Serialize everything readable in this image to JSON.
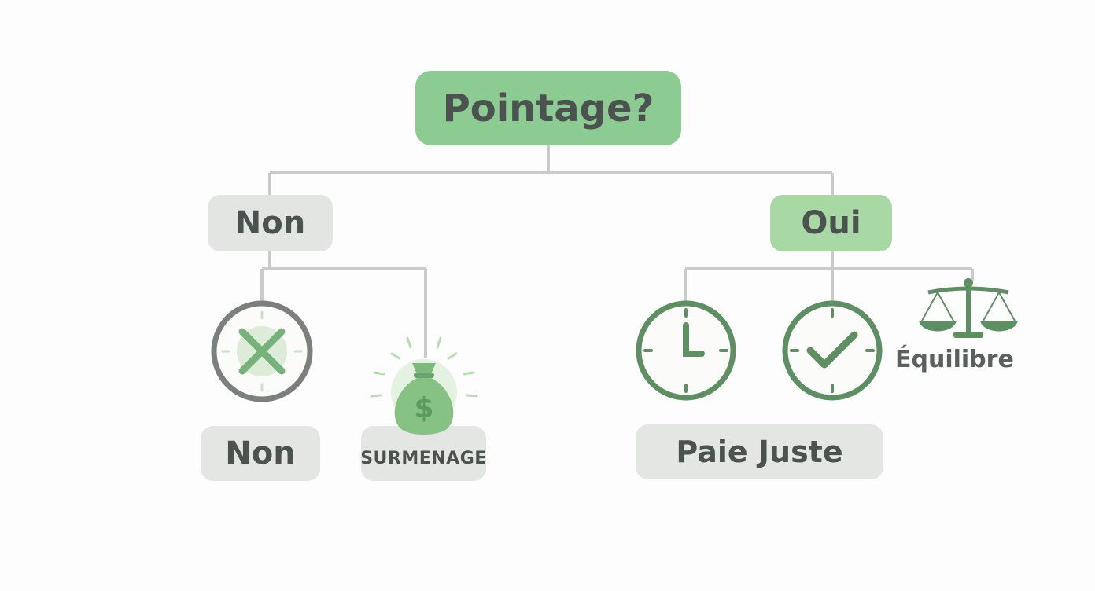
{
  "diagram": {
    "root": "Pointage?",
    "branch_no": "Non",
    "branch_yes": "Oui",
    "no_outcomes": {
      "first": "Non",
      "second": "Surmenage"
    },
    "yes_outcomes": {
      "pay": "Paie Juste",
      "balance": "Équilibre"
    }
  },
  "icons": {
    "cross": "x-circle-icon",
    "money": "money-bag-icon",
    "clock": "clock-icon",
    "check": "check-circle-icon",
    "scale": "balance-scale-icon"
  },
  "colors": {
    "primary_green": "#8ccc92",
    "light_green": "#a8d8a3",
    "icon_green": "#5e8f63",
    "neutral_box": "#e3e5e3",
    "connector": "#c4c7c5",
    "text": "#4b5250"
  }
}
